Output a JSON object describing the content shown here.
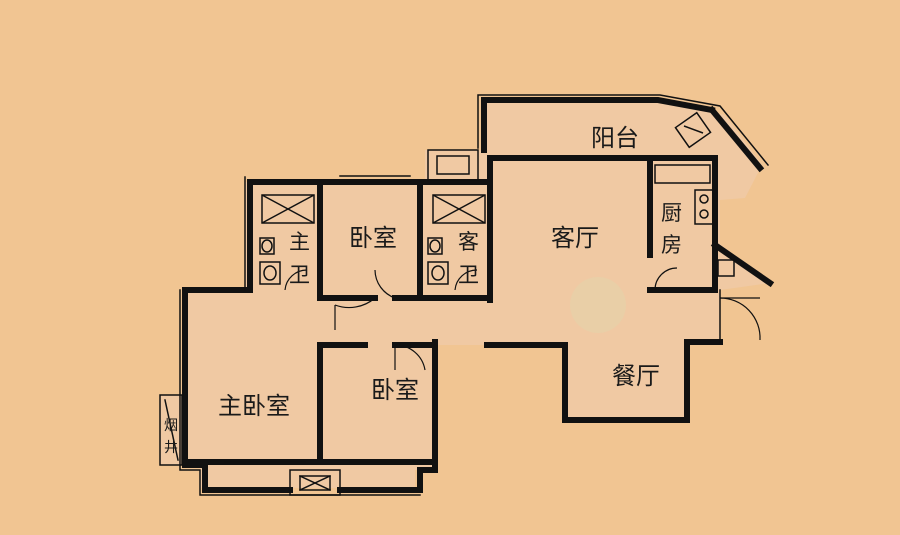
{
  "floor_plan": {
    "rooms": {
      "balcony": "阳台",
      "living_room": "客厅",
      "kitchen": [
        "厨",
        "房"
      ],
      "dining_room": "餐厅",
      "bedroom_top": "卧室",
      "bedroom_bottom": "卧室",
      "master_bedroom": "主卧室",
      "master_bath": [
        "主",
        "卫"
      ],
      "guest_bath": [
        "客",
        "卫"
      ],
      "chimney": [
        "烟",
        "井"
      ]
    },
    "colors": {
      "background": "#f1c592",
      "floor": "#f0c9a3",
      "wall": "#111111",
      "marker": "#e9cfa7"
    }
  }
}
